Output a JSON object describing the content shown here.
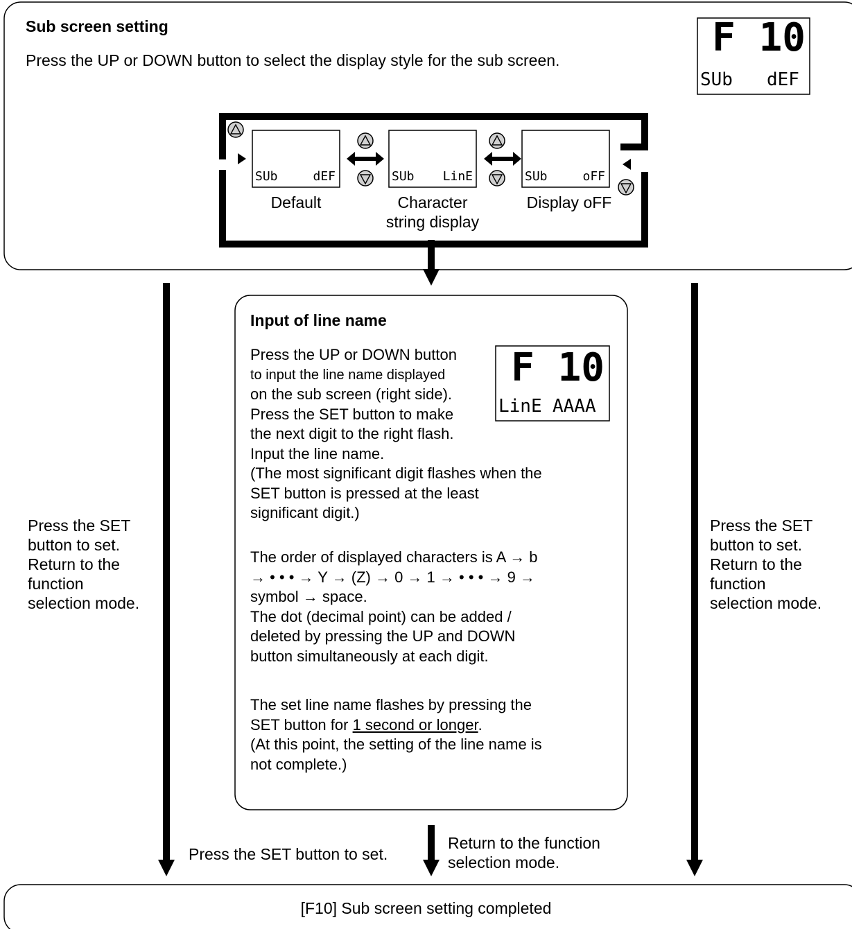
{
  "sub_screen_setting": {
    "title": "Sub screen setting",
    "instruction": "Press the UP or DOWN button to select the display style for the sub screen.",
    "header_display": {
      "main": "F 10",
      "sub_left": "SUb",
      "sub_right": "dEF"
    },
    "options": [
      {
        "lcd_left": "SUb",
        "lcd_right": "dEF",
        "label_line1": "Default",
        "label_line2": ""
      },
      {
        "lcd_left": "SUb",
        "lcd_right": "LinE",
        "label_line1": "Character",
        "label_line2": "string display"
      },
      {
        "lcd_left": "SUb",
        "lcd_right": "oFF",
        "label_line1": "Display oFF",
        "label_line2": ""
      }
    ]
  },
  "input_line_name": {
    "title": "Input of line name",
    "para1_lines": [
      "Press the UP or DOWN button",
      "to input the line name displayed",
      "on the sub screen (right side).",
      "Press the SET button to make",
      "the next digit to the right flash.",
      "Input the line name.",
      "(The most significant digit flashes when the",
      "SET button is pressed at the least",
      "significant digit.)"
    ],
    "para2_lines": [
      "The order of displayed characters is A → b",
      "→ • • • → Y → (Z) → 0 → 1 → • • • → 9 →",
      "symbol → space.",
      "The dot (decimal point) can be added /",
      "deleted by pressing the UP and DOWN",
      "button simultaneously at each digit."
    ],
    "para3": {
      "line1": "The set line name flashes by pressing the",
      "line2_pre": "SET button for ",
      "line2_underlined": "1 second or longer",
      "line2_post": ".",
      "line3": "(At this point, the setting of the line name is",
      "line4": "not complete.)"
    },
    "display": {
      "main": "F 10",
      "sub_left": "LinE",
      "sub_right": "AAAA"
    }
  },
  "side_notes": {
    "left_lines": [
      "Press the SET",
      "button to set.",
      "Return to the",
      "function",
      "selection mode."
    ],
    "right_lines": [
      "Press the SET",
      "button to set.",
      "Return to the",
      "function",
      "selection mode."
    ]
  },
  "bottom_notes": {
    "set_label": "Press the SET button to set.",
    "return_line1": "Return to the function",
    "return_line2": "selection mode."
  },
  "completion": {
    "label": "[F10] Sub screen setting completed"
  }
}
